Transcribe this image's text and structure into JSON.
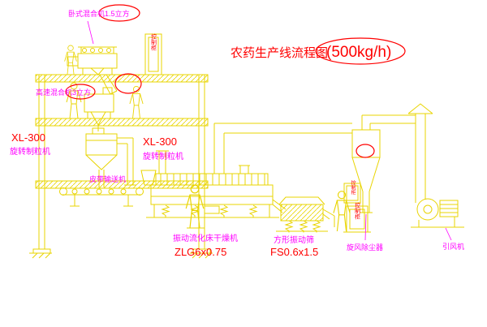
{
  "diagram": {
    "title_main": "农药生产线流程图",
    "title_capacity": "(500kg/h)",
    "labels": {
      "horizontal_mixer": "卧式混合机1.5立方",
      "high_speed_mixer": "高速混合机3立方",
      "granulator_model_left": "XL-300",
      "granulator_name_left": "旋转制粒机",
      "granulator_model_right": "XL-300",
      "granulator_name_right": "旋转制粒机",
      "belt_conveyor": "皮带输送机",
      "dryer_name": "振动流化床干燥机",
      "dryer_model": "ZLG6x0.75",
      "screen_name": "方形振动筛",
      "screen_model": "FS0.6x1.5",
      "cyclone_name": "旋风除尘器",
      "fan_name": "引风机",
      "cabinet": "控制柜"
    },
    "colors": {
      "line": "#e9d400",
      "label_text": "#ff00ff",
      "accent_text": "#ff0000",
      "background": "#ffffff"
    }
  }
}
